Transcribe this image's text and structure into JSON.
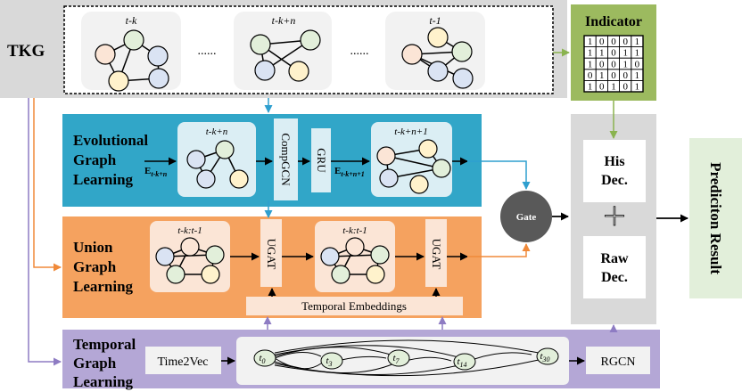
{
  "tkg": {
    "label": "TKG",
    "snap1": "t-k",
    "snap2": "t-k+n",
    "snap3": "t-1",
    "dots1": "......",
    "dots2": "......"
  },
  "indicator": {
    "title": "Indicator",
    "matrix": [
      [
        "1",
        "0",
        "0",
        "0",
        "1"
      ],
      [
        "1",
        "1",
        "0",
        "1",
        "1"
      ],
      [
        "1",
        "0",
        "0",
        "1",
        "0"
      ],
      [
        "0",
        "1",
        "0",
        "0",
        "1"
      ],
      [
        "1",
        "0",
        "1",
        "0",
        "1"
      ]
    ]
  },
  "evolutional": {
    "line1": "Evolutional",
    "line2": "Graph",
    "line3": "Learning",
    "input_main": "E",
    "input_sub": "t-k+n",
    "graph_in_label": "t-k+n",
    "compgcn": "CompGCN",
    "gru": "GRU",
    "out_main": "E",
    "out_sub": "t-k+n+1",
    "graph_out_label": "t-k+n+1"
  },
  "union": {
    "line1": "Union",
    "line2": "Graph",
    "line3": "Learning",
    "graph1_label": "t-k:t-1",
    "ugat1": "UGAT",
    "graph2_label": "t-k:t-1",
    "ugat2": "UGAT",
    "temporal_embeddings": "Temporal Embeddings"
  },
  "gate": {
    "label": "Gate"
  },
  "decoder": {
    "his_line1": "His",
    "his_line2": "Dec.",
    "plus": "+",
    "raw_line1": "Raw",
    "raw_line2": "Dec."
  },
  "prediction": {
    "label": "Prediciton Result"
  },
  "temporal": {
    "line1": "Temporal",
    "line2": "Graph",
    "line3": "Learning",
    "time2vec": "Time2Vec",
    "rgcn": "RGCN",
    "nodes": [
      {
        "name": "t",
        "sub": "0"
      },
      {
        "name": "t",
        "sub": "3"
      },
      {
        "name": "t",
        "sub": "7"
      },
      {
        "name": "t",
        "sub": "14"
      },
      {
        "name": "t",
        "sub": "30"
      }
    ]
  },
  "colors": {
    "tkg_bg": "#d9d9d9",
    "indicator_bg": "#9cba5f",
    "evolutional_bg": "#31a6c8",
    "union_bg": "#f5a25f",
    "temporal_bg": "#b4a7d6",
    "decoder_bg": "#d9d9d9",
    "prediction_bg": "#e2efda",
    "gate_bg": "#595959",
    "node_green": "#e2efda",
    "node_blue": "#dae3f3",
    "node_yellow": "#fff2cc",
    "node_pink": "#fbe5d6"
  }
}
